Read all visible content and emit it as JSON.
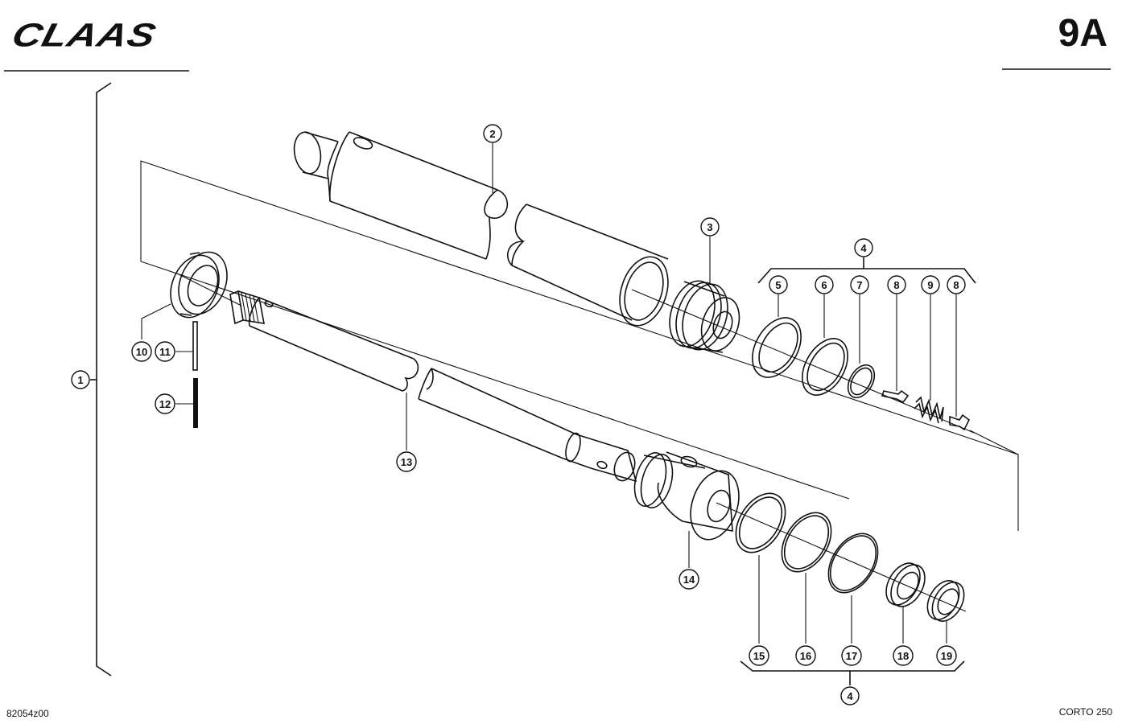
{
  "header": {
    "brand": "CLAAS",
    "page_number": "9A"
  },
  "footer": {
    "drawing_ref": "82054z00",
    "model": "CORTO 250"
  },
  "callouts": {
    "c1": "1",
    "c2": "2",
    "c3": "3",
    "c4a": "4",
    "c4b": "4",
    "c5": "5",
    "c6": "6",
    "c7": "7",
    "c8a": "8",
    "c9": "9",
    "c8b": "8",
    "c10": "10",
    "c11": "11",
    "c12": "12",
    "c13": "13",
    "c14": "14",
    "c15": "15",
    "c16": "16",
    "c17": "17",
    "c18": "18",
    "c19": "19"
  }
}
